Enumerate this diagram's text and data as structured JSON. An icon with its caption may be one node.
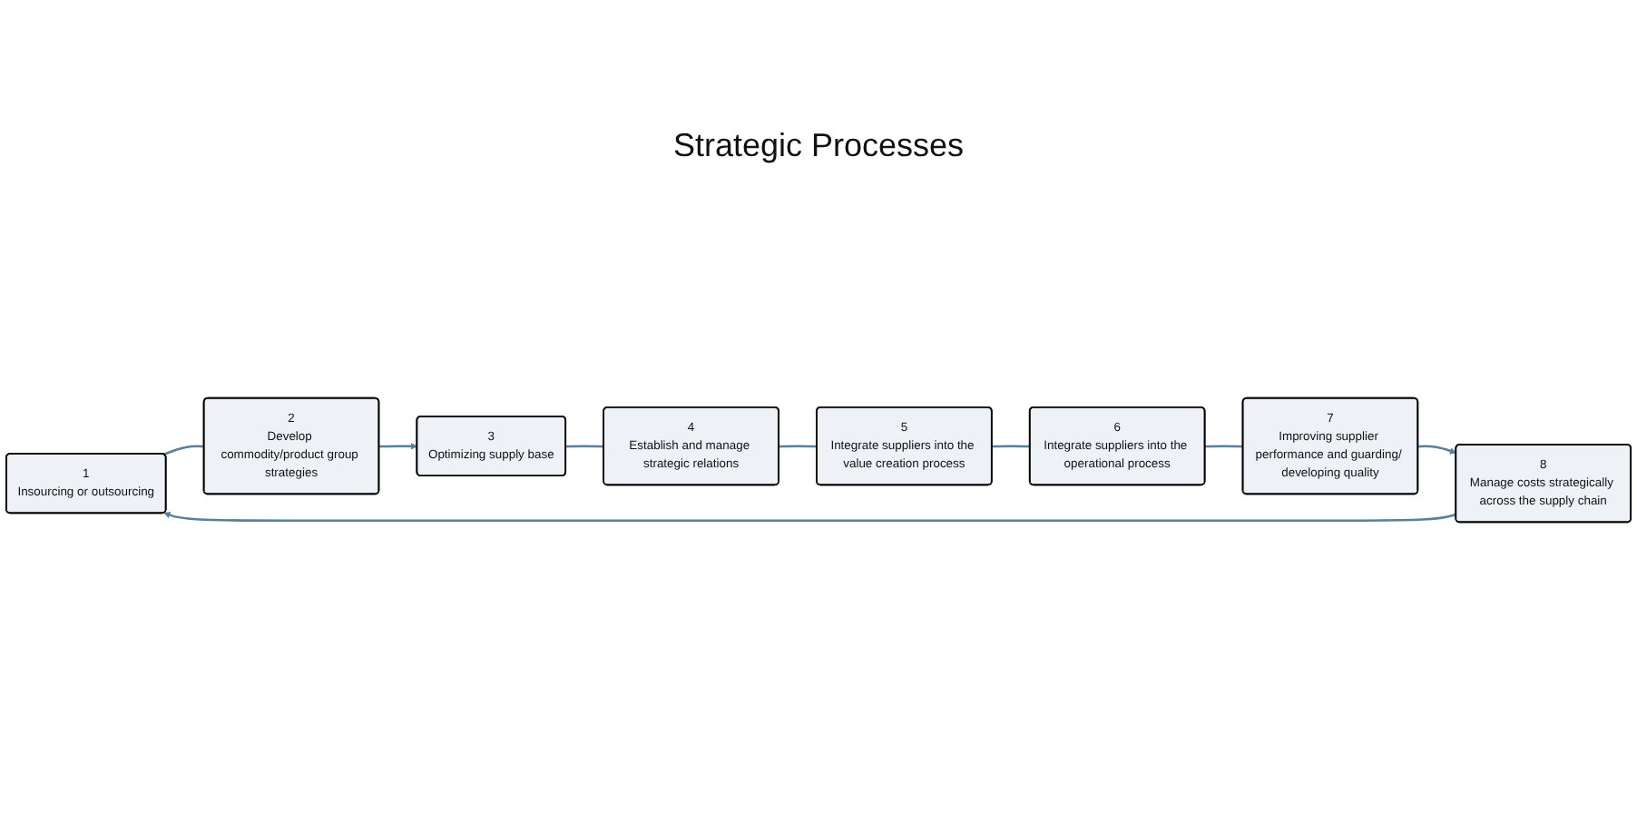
{
  "diagram": {
    "nodes": [
      {
        "text": [
          "1",
          "Insourcing or outsourcing"
        ]
      },
      {
        "text": [
          "2",
          "Develop commodity/product group strategies"
        ]
      },
      {
        "text": [
          "3",
          "Optimizing supply base"
        ]
      },
      {
        "text": [
          "4",
          "Establish and manage strategic relations"
        ]
      },
      {
        "text": [
          "5",
          "Integrate suppliers into the value creation process"
        ]
      },
      {
        "text": [
          "6",
          "Integrate suppliers into the operational process"
        ]
      },
      {
        "text": [
          "7",
          "Improving supplier performance and guarding/ developing quality"
        ]
      },
      {
        "text": [
          "8",
          "Manage costs strategically across the supply chain"
        ]
      }
    ],
    "edges": [
      {
        "from": 0,
        "to": 1,
        "arrow": "none"
      },
      {
        "from": 1,
        "to": 2,
        "arrow": "to"
      },
      {
        "from": 2,
        "to": 3,
        "arrow": "none"
      },
      {
        "from": 3,
        "to": 4,
        "arrow": "none"
      },
      {
        "from": 4,
        "to": 5,
        "arrow": "none"
      },
      {
        "from": 5,
        "to": 6,
        "arrow": "none"
      },
      {
        "from": 6,
        "to": 7,
        "arrow": "to"
      },
      {
        "from": 7,
        "to": 0,
        "arrow": "to"
      }
    ],
    "labels": [
      "Strategic Processes"
    ]
  }
}
